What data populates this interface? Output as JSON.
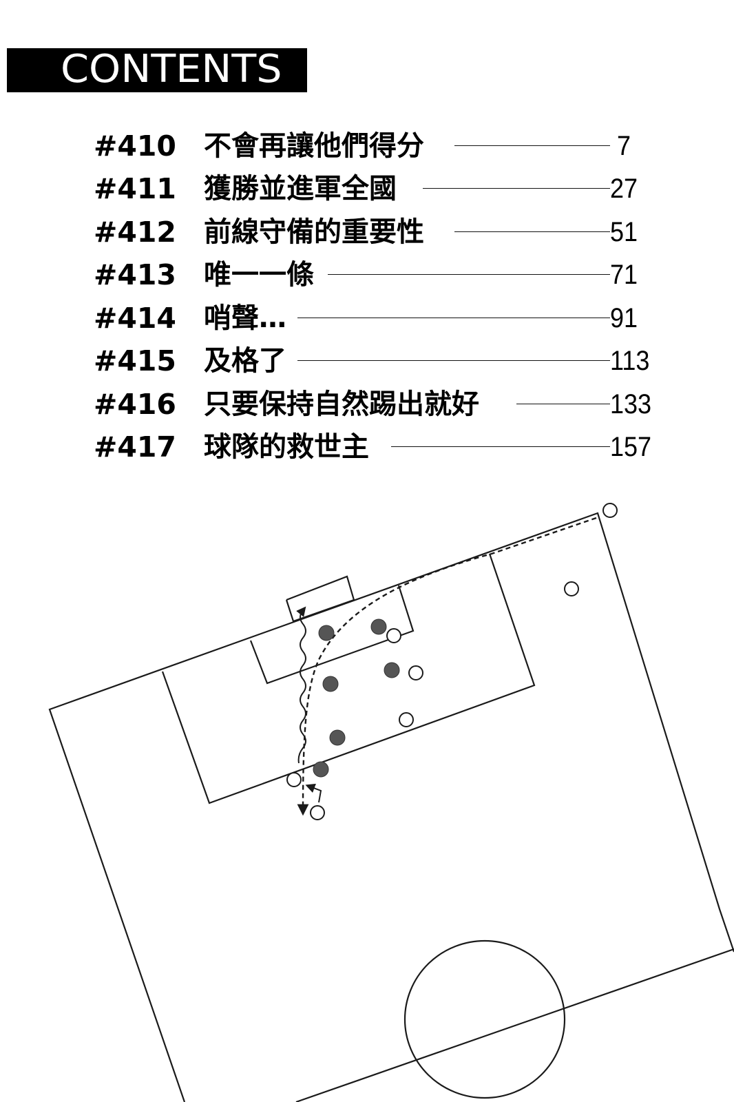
{
  "header": {
    "title": "CONTENTS"
  },
  "toc": [
    {
      "number": "#410",
      "title": "不會再讓他們得分",
      "page": "7"
    },
    {
      "number": "#411",
      "title": "獲勝並進軍全國",
      "page": "27"
    },
    {
      "number": "#412",
      "title": "前線守備的重要性",
      "page": "51"
    },
    {
      "number": "#413",
      "title": "唯一一條",
      "page": "71"
    },
    {
      "number": "#414",
      "title": "哨聲…",
      "page": "91"
    },
    {
      "number": "#415",
      "title": "及格了",
      "page": "113"
    },
    {
      "number": "#416",
      "title": "只要保持自然踢出就好",
      "page": "133"
    },
    {
      "number": "#417",
      "title": "球隊的救世主",
      "page": "157"
    }
  ],
  "illustration": {
    "subject": "soccer-field-corner-kick-diagram",
    "colors": {
      "line": "#1a1a1a",
      "player_filled": "#555555",
      "background": "#ffffff"
    }
  }
}
